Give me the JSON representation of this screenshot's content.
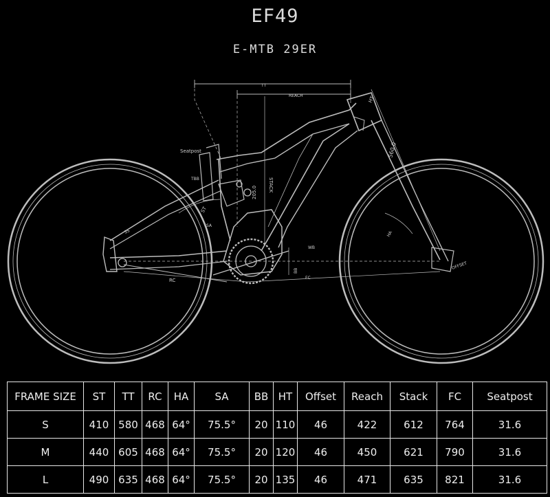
{
  "header": {
    "model": "EF49",
    "subtitle": "E-MTB  29ER"
  },
  "diagram": {
    "labels": {
      "tt": "TT",
      "reach": "REACH",
      "ht": "HT",
      "seatpost": "Seatpost",
      "tbb": "TBB",
      "stack": "STACK",
      "st": "ST",
      "sa": "SA",
      "ss": "SS",
      "wb": "WB",
      "rc": "RC",
      "bb": "BB",
      "fc": "FC",
      "ha": "HA",
      "offset": "OFFSET",
      "fork_length": "560.0",
      "bb_height": "205.0"
    }
  },
  "table": {
    "headers": [
      "FRAME SIZE",
      "ST",
      "TT",
      "RC",
      "HA",
      "SA",
      "BB",
      "HT",
      "Offset",
      "Reach",
      "Stack",
      "FC",
      "Seatpost"
    ],
    "rows": [
      [
        "S",
        "410",
        "580",
        "468",
        "64°",
        "75.5°",
        "20",
        "110",
        "46",
        "422",
        "612",
        "764",
        "31.6"
      ],
      [
        "M",
        "440",
        "605",
        "468",
        "64°",
        "75.5°",
        "20",
        "120",
        "46",
        "450",
        "621",
        "790",
        "31.6"
      ],
      [
        "L",
        "490",
        "635",
        "468",
        "64°",
        "75.5°",
        "20",
        "135",
        "46",
        "471",
        "635",
        "821",
        "31.6"
      ]
    ]
  }
}
